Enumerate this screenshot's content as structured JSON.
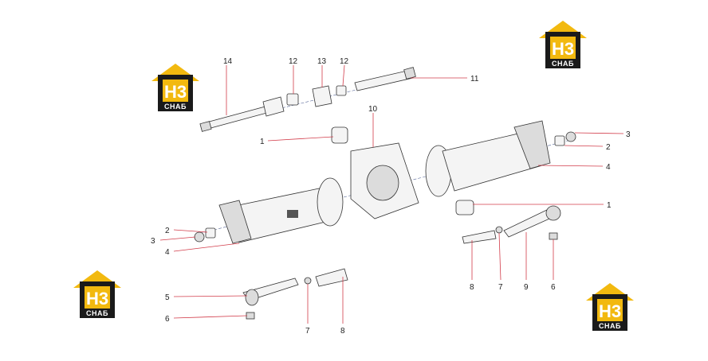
{
  "brand": {
    "logo_letters": "Н3",
    "logo_subtitle": "СНАБ",
    "roof_color": "#f2b90f",
    "body_color": "#1a1a1a"
  },
  "callouts": [
    {
      "id": "c14",
      "label": "14"
    },
    {
      "id": "c12a",
      "label": "12"
    },
    {
      "id": "c13",
      "label": "13"
    },
    {
      "id": "c12b",
      "label": "12"
    },
    {
      "id": "c11",
      "label": "11"
    },
    {
      "id": "c10",
      "label": "10"
    },
    {
      "id": "c1a",
      "label": "1"
    },
    {
      "id": "c3a",
      "label": "3"
    },
    {
      "id": "c2a",
      "label": "2"
    },
    {
      "id": "c4a",
      "label": "4"
    },
    {
      "id": "c1b",
      "label": "1"
    },
    {
      "id": "c2b",
      "label": "2"
    },
    {
      "id": "c3b",
      "label": "3"
    },
    {
      "id": "c4b",
      "label": "4"
    },
    {
      "id": "c5",
      "label": "5"
    },
    {
      "id": "c6a",
      "label": "6"
    },
    {
      "id": "c7a",
      "label": "7"
    },
    {
      "id": "c8a",
      "label": "8"
    },
    {
      "id": "c8b",
      "label": "8"
    },
    {
      "id": "c7b",
      "label": "7"
    },
    {
      "id": "c9",
      "label": "9"
    },
    {
      "id": "c6b",
      "label": "6"
    }
  ],
  "colors": {
    "leader": "#d23c4a",
    "outline": "#333333"
  }
}
